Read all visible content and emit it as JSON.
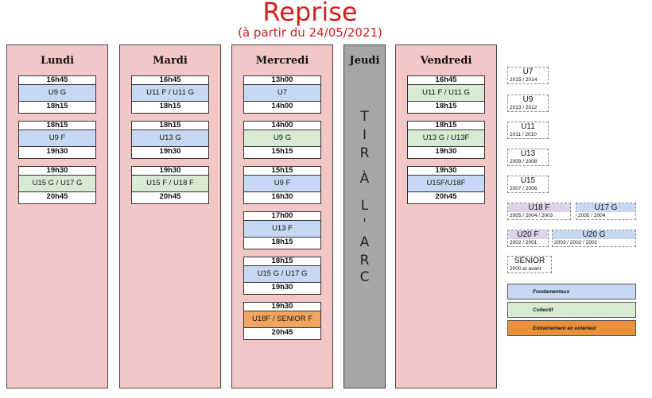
{
  "header": {
    "title": "Reprise",
    "subtitle": "(à partir du 24/05/2021)"
  },
  "days": [
    {
      "name": "Lundi",
      "slots": [
        {
          "start": "16h45",
          "group": "U9 G",
          "end": "18h15",
          "type": "Fondamentaux"
        },
        {
          "start": "18h15",
          "group": "U9 F",
          "end": "19h30",
          "type": "Fondamentaux"
        },
        {
          "start": "19h30",
          "group": "U15 G / U17 G",
          "end": "20h45",
          "type": "Collectif"
        }
      ]
    },
    {
      "name": "Mardi",
      "slots": [
        {
          "start": "16h45",
          "group": "U11 F / U11 G",
          "end": "18h15",
          "type": "Fondamentaux"
        },
        {
          "start": "18h15",
          "group": "U13 G",
          "end": "19h30",
          "type": "Fondamentaux"
        },
        {
          "start": "19h30",
          "group": "U15 F / U18 F",
          "end": "20h45",
          "type": "Collectif"
        }
      ]
    },
    {
      "name": "Mercredi",
      "slots": [
        {
          "start": "13h00",
          "group": "U7",
          "end": "14h00",
          "type": "Fondamentaux"
        },
        {
          "start": "14h00",
          "group": "U9 G",
          "end": "15h15",
          "type": "Collectif"
        },
        {
          "start": "15h15",
          "group": "U9 F",
          "end": "16h30",
          "type": "Fondamentaux"
        },
        {
          "start": "17h00",
          "group": "U13 F",
          "end": "18h15",
          "type": "Fondamentaux"
        },
        {
          "start": "18h15",
          "group": "U15 G / U17 G",
          "end": "19h30",
          "type": "Fondamentaux"
        },
        {
          "start": "19h30",
          "group": "U18F / SENIOR F",
          "end": "20h45",
          "type": "Entrainement en exterieur"
        }
      ]
    },
    {
      "name": "Jeudi",
      "letters": [
        "T",
        "I",
        "R",
        "À",
        "L",
        "'",
        "A",
        "R",
        "C"
      ]
    },
    {
      "name": "Vendredi",
      "slots": [
        {
          "start": "16h45",
          "group": "U11 F / U11 G",
          "end": "18h15",
          "type": "Collectif"
        },
        {
          "start": "18h15",
          "group": "U13 G / U13F",
          "end": "19h30",
          "type": "Collectif"
        },
        {
          "start": "19h30",
          "group": "U15F/U18F",
          "end": "20h45",
          "type": "Fondamentaux"
        }
      ]
    }
  ],
  "categories": [
    {
      "name": "U7",
      "years": "2015 / 2014"
    },
    {
      "name": "U9",
      "years": "2013 / 2012"
    },
    {
      "name": "U11",
      "years": "2011 / 2010"
    },
    {
      "name": "U13",
      "years": "2009 / 2008"
    },
    {
      "name": "U15",
      "years": "2007 / 2006"
    },
    {
      "name": "U18 F",
      "years": "2005 / 2004 / 2003",
      "color": "#ddd3e8"
    },
    {
      "name": "U17 G",
      "years": "2005 / 2004",
      "color": "#c6d8f3"
    },
    {
      "name": "U20 F",
      "years": "2002 / 2001",
      "color": "#ddd3e8"
    },
    {
      "name": "U20 G",
      "years": "2003 / 2002 / 2001",
      "color": "#c6d8f3"
    },
    {
      "name": "SÉNIOR",
      "years": "2000 et avant"
    }
  ],
  "legend": [
    {
      "label": "Fondamentaux",
      "color": "#c6d8f3"
    },
    {
      "label": "Collectif",
      "color": "#d8ebd2"
    },
    {
      "label": "Entrainement en exterieur",
      "color": "#e8913a"
    }
  ]
}
